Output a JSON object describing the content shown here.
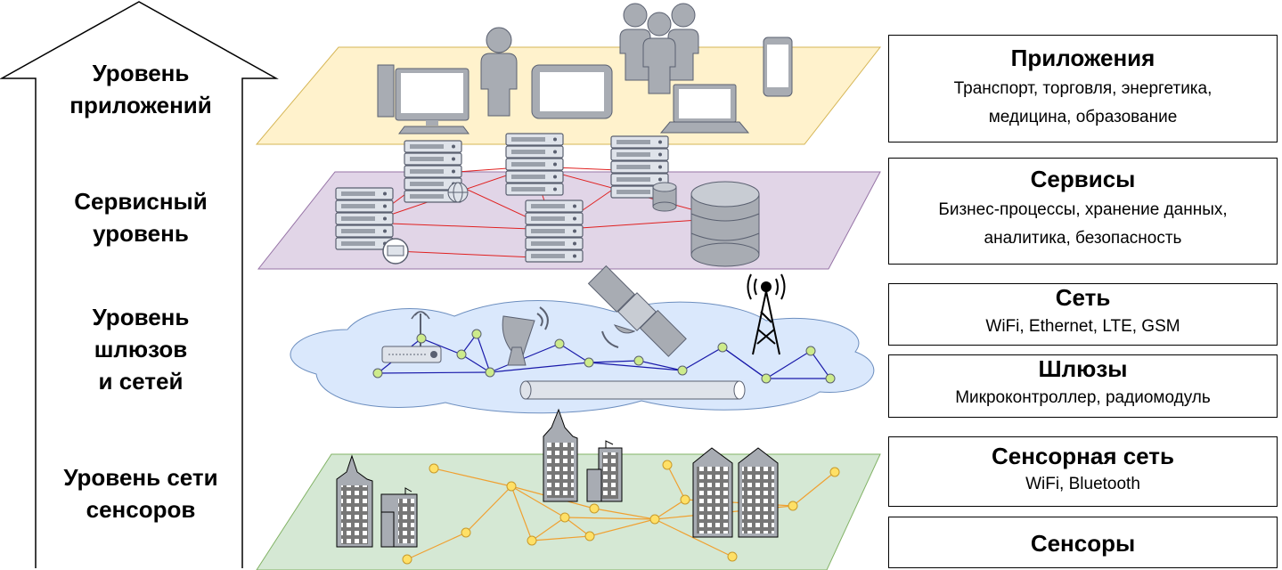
{
  "levels": [
    {
      "line1": "Уровень",
      "line2": "приложений"
    },
    {
      "line1": "Сервисный",
      "line2": "уровень"
    },
    {
      "line1": "Уровень",
      "line2": "шлюзов",
      "line3": "и сетей"
    },
    {
      "line1": "Уровень сети",
      "line2": "сенсоров"
    }
  ],
  "boxes": {
    "apps": {
      "title": "Приложения",
      "line1": "Транспорт, торговля, энергетика,",
      "line2": "медицина, образование"
    },
    "services": {
      "title": "Сервисы",
      "line1": "Бизнес-процессы, хранение данных,",
      "line2": "аналитика, безопасность"
    },
    "network": {
      "title": "Сеть",
      "line1": "WiFi, Ethernet, LTE, GSM"
    },
    "gateways": {
      "title": "Шлюзы",
      "line1": "Микроконтроллер, радиомодуль"
    },
    "sensor_net": {
      "title": "Сенсорная сеть",
      "line1": "WiFi, Bluetooth"
    },
    "sensors": {
      "title": "Сенсоры"
    }
  },
  "colors": {
    "apps_plane": "#fff2cc",
    "services_plane": "#e1d5e7",
    "network_cloud": "#dae8fc",
    "sensor_plane": "#d5e8d4",
    "service_links": "#e02020",
    "network_links": "#1a1aaa",
    "network_nodes": "#cdeb8b",
    "sensor_links": "#f0a030",
    "sensor_nodes": "#ffe066",
    "icon_gray": "#a8acb3",
    "icon_stroke": "#5a6070"
  }
}
